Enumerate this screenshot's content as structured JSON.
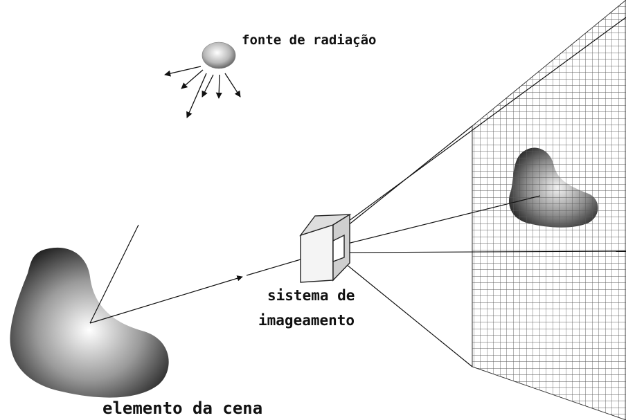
{
  "diagram": {
    "labels": {
      "source": "fonte de radiação",
      "imaging_line1": "sistema de",
      "imaging_line2": "imageamento",
      "scene": "elemento da cena"
    },
    "colors": {
      "line": "#111111",
      "object_light": "#ffffff",
      "object_dark": "#2a2a2a",
      "grid": "#555555",
      "camera_face": "#eeeeee",
      "camera_side": "#cfcfcf"
    }
  }
}
